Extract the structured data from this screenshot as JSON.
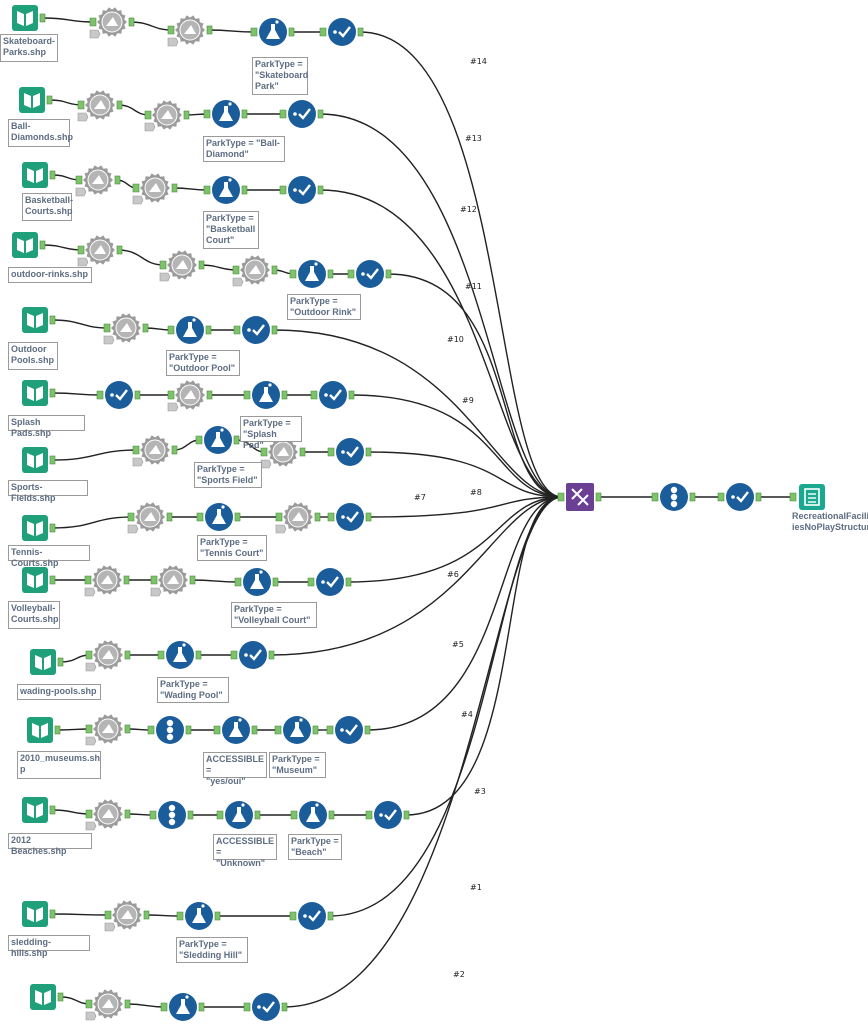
{
  "colors": {
    "input_green": "#1fa07a",
    "tool_blue": "#1b5d9b",
    "gear_grey": "#9b9b9b",
    "union_purple": "#6a3f94",
    "browse_teal": "#1aa891",
    "anchor_green": "#7dc36b",
    "label_text": "#5e6d82",
    "wire": "#222222"
  },
  "tool_labels": {
    "skateboard_input": "Skateboard-\nParks.shp",
    "skateboard_formula": "ParkType =\n\"Skateboard\nPark\"",
    "ball_input": "Ball-\nDiamonds.shp",
    "ball_formula": "ParkType = \"Ball-\nDiamond\"",
    "basketball_input": "Basketball-\nCourts.shp",
    "basketball_formula": "ParkType =\n\"Basketball\nCourt\"",
    "rinks_input": "outdoor-rinks.shp",
    "rinks_formula": "ParkType =\n\"Outdoor Rink\"",
    "pools_input": "Outdoor\nPools.shp",
    "pools_formula": "ParkType =\n\"Outdoor Pool\"",
    "splash_input": "Splash Pads.shp",
    "splash_formula": "ParkType =\n\"Splash Pad\"",
    "sports_input": "Sports-Fields.shp",
    "sports_formula": "ParkType =\n\"Sports Field\"",
    "tennis_input": "Tennis-Courts.shp",
    "tennis_formula": "ParkType =\n\"Tennis Court\"",
    "volleyball_input": "Volleyball-\nCourts.shp",
    "volleyball_formula": "ParkType =\n\"Volleyball Court\"",
    "wading_input": "wading-pools.shp",
    "wading_formula": "ParkType =\n\"Wading Pool\"",
    "museums_input": "2010_museums.sh\np",
    "museums_formula_a": "ACCESSIBLE =\n\"yes/oui\"",
    "museums_formula_b": "ParkType =\n\"Museum\"",
    "beaches_input": "2012 Beaches.shp",
    "beaches_formula_a": "ACCESSIBLE =\n\"Unknown\"",
    "beaches_formula_b": "ParkType =\n\"Beach\"",
    "sledding_input": "sledding-hills.shp",
    "sledding_formula": "ParkType =\n\"Sledding Hill\"",
    "output_name": "RecreationalFacilit\niesNoPlayStructur"
  },
  "connection_labels": [
    "#14",
    "#13",
    "#12",
    "#11",
    "#10",
    "#9",
    "#8",
    "#7",
    "#6",
    "#5",
    "#4",
    "#3",
    "#1",
    "#2"
  ]
}
